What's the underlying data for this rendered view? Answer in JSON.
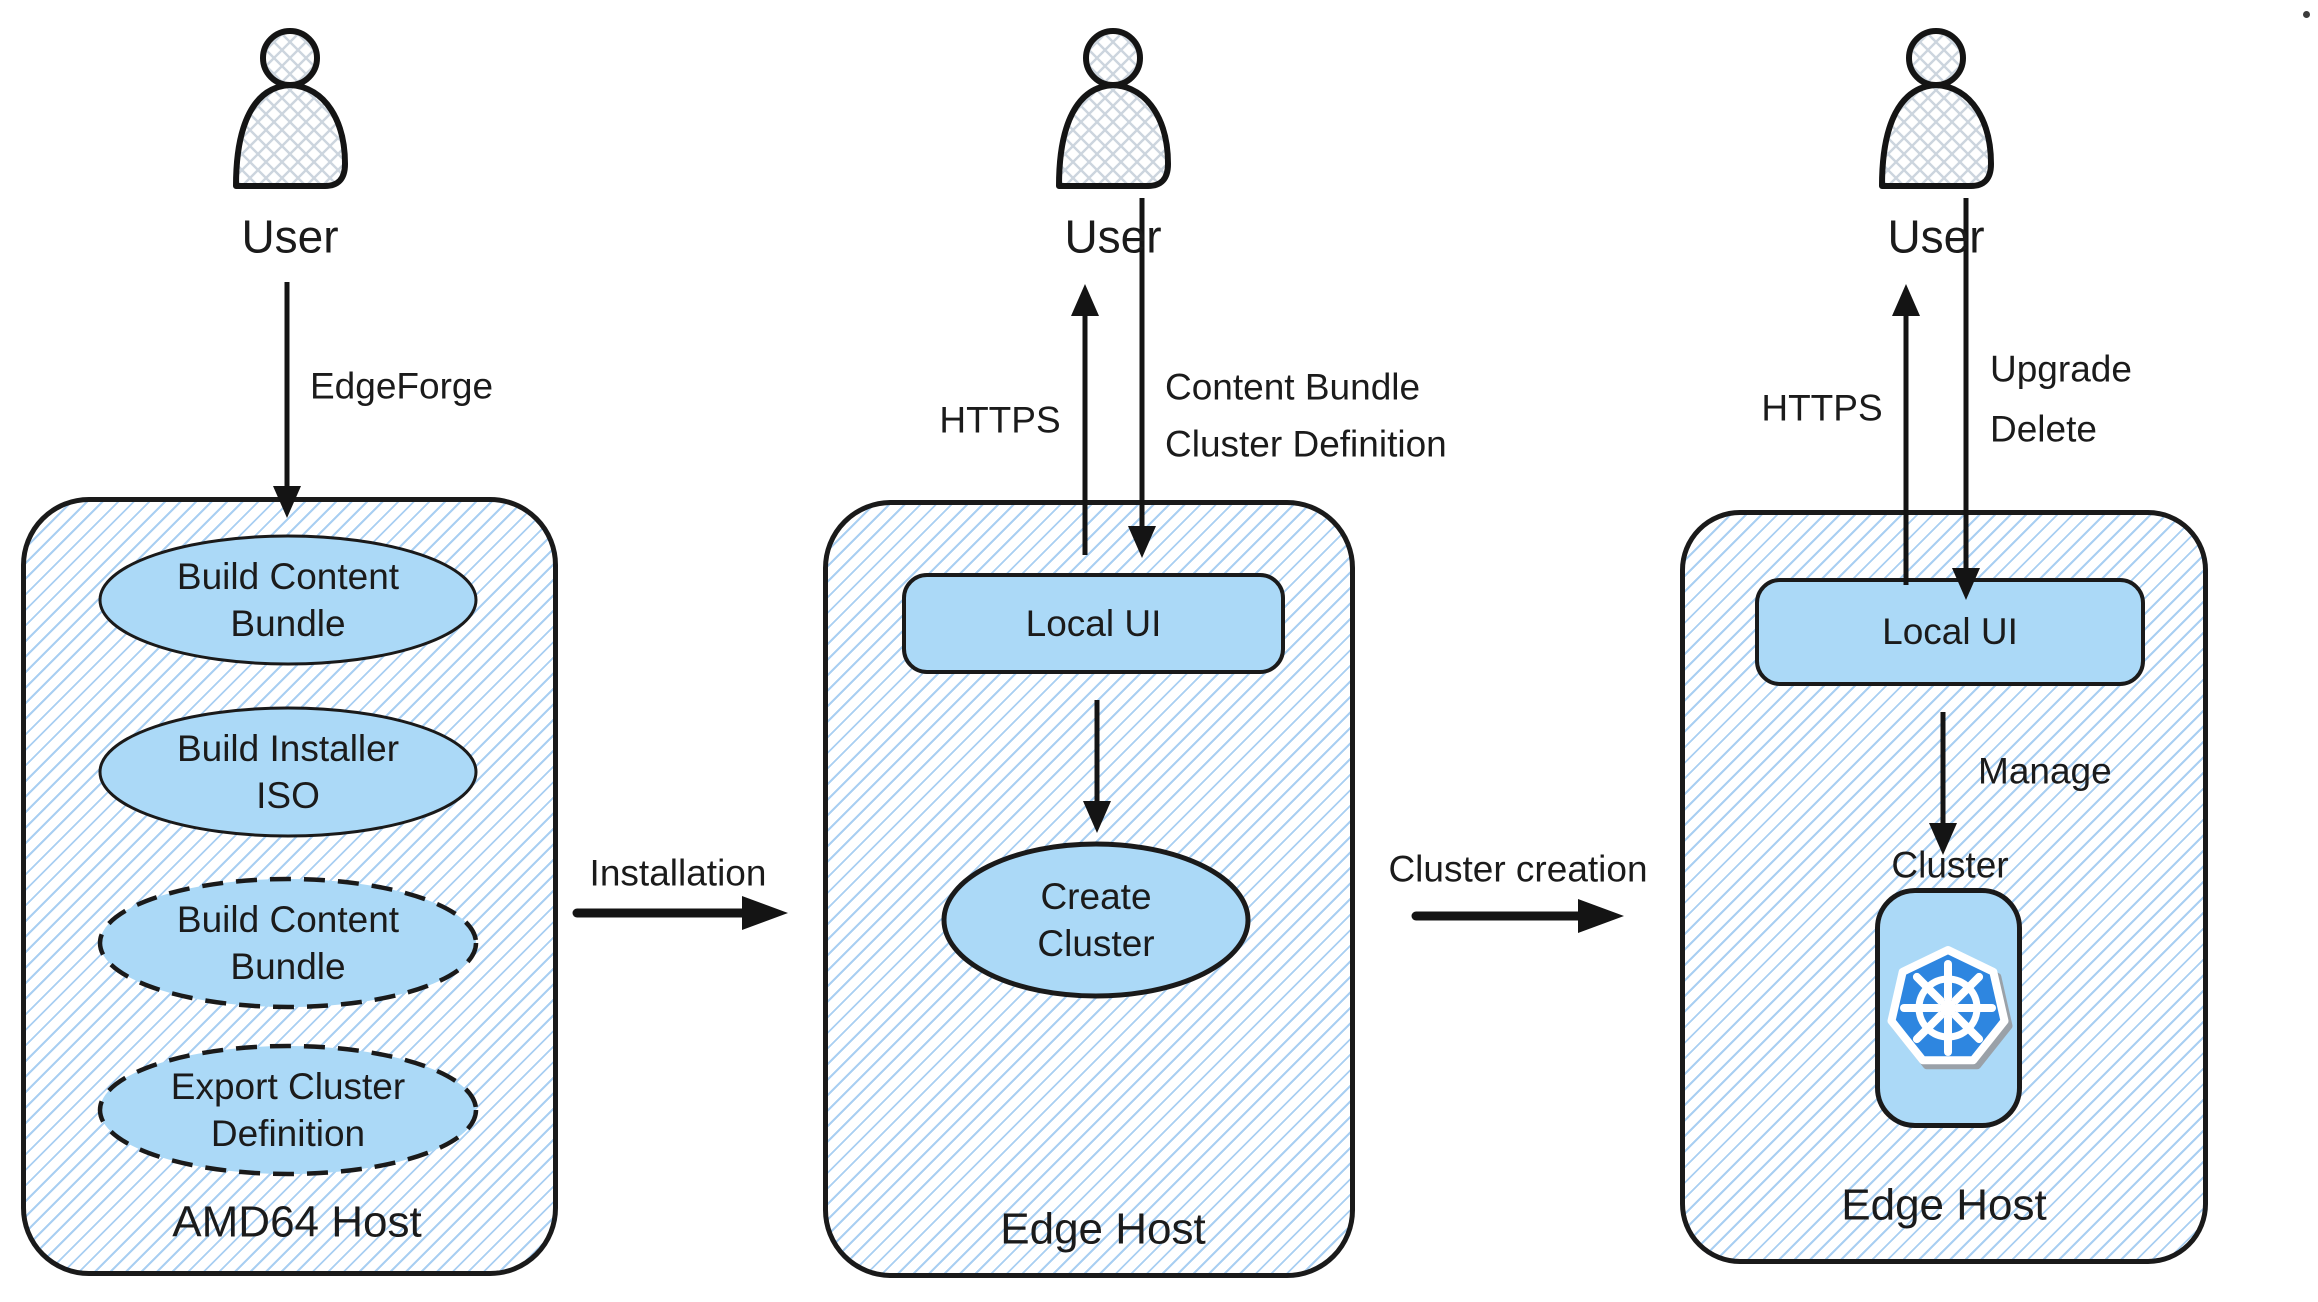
{
  "colors": {
    "node_fill": "#abd9f7",
    "hatch_line": "#a9cff2",
    "outline": "#1a1a1a",
    "kubernetes_blue": "#2e86e0",
    "crosshatch_line": "#ccd5de"
  },
  "icons": {
    "actor": "user-person-icon",
    "kubernetes": "kubernetes-wheel-icon"
  },
  "actors": [
    {
      "label": "User"
    },
    {
      "label": "User"
    },
    {
      "label": "User"
    }
  ],
  "left": {
    "incoming_arrow_label": "EdgeForge",
    "host_label": "AMD64 Host",
    "steps": [
      {
        "line1": "Build Content",
        "line2": "Bundle",
        "border": "solid"
      },
      {
        "line1": "Build Installer",
        "line2": "ISO",
        "border": "solid"
      },
      {
        "line1": "Build Content",
        "line2": "Bundle",
        "border": "dashed"
      },
      {
        "line1": "Export Cluster",
        "line2": "Definition",
        "border": "dashed"
      }
    ]
  },
  "middle": {
    "up_arrow_label": "HTTPS",
    "down_arrow_labels": [
      "Content Bundle",
      "Cluster Definition"
    ],
    "local_ui_label": "Local UI",
    "node_line1": "Create",
    "node_line2": "Cluster",
    "host_label": "Edge Host"
  },
  "right": {
    "up_arrow_label": "HTTPS",
    "down_arrow_labels": [
      "Upgrade",
      "Delete"
    ],
    "local_ui_label": "Local UI",
    "manage_label": "Manage",
    "cluster_label": "Cluster",
    "host_label": "Edge Host"
  },
  "transitions": {
    "installation": "Installation",
    "cluster_creation": "Cluster creation"
  }
}
